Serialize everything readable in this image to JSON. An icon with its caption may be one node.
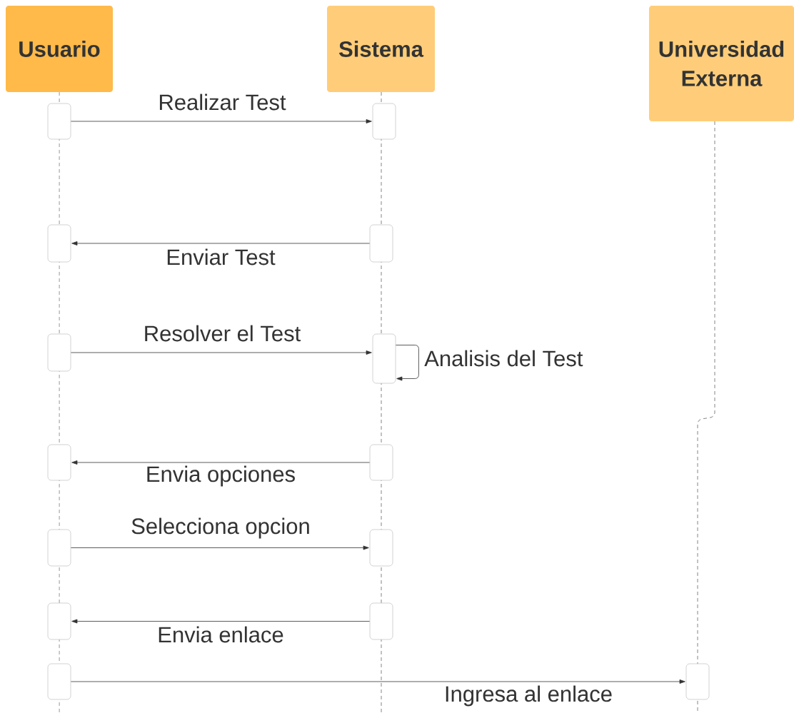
{
  "diagram": {
    "nodes": [
      {
        "text": [
          "Usuario"
        ]
      },
      {
        "text": [
          "Sistema"
        ]
      },
      {
        "text": [
          "Universidad Externa"
        ]
      },
      {
        "text": [],
        "shape": "box"
      },
      {
        "text": [],
        "shape": "box"
      },
      {
        "text": [],
        "shape": "box"
      },
      {
        "text": [],
        "shape": "box"
      },
      {
        "text": [],
        "shape": "box"
      },
      {
        "text": [],
        "shape": "box"
      },
      {
        "text": [],
        "shape": "box"
      },
      {
        "text": [],
        "shape": "box"
      },
      {
        "text": [],
        "shape": "box"
      },
      {
        "text": [],
        "shape": "box"
      },
      {
        "text": [],
        "shape": "box"
      },
      {
        "text": [],
        "shape": "box"
      },
      {
        "text": [],
        "shape": "box"
      },
      {
        "text": [],
        "shape": "box"
      }
    ],
    "edges": [
      {
        "from": 3,
        "to": 4,
        "arrow": "to",
        "label": "Realizar Test"
      },
      {
        "from": 6,
        "to": 5,
        "arrow": "to",
        "label": "Enviar Test"
      },
      {
        "from": 7,
        "to": 8,
        "arrow": "to",
        "label": "Resolver el Test"
      },
      {
        "from": 8,
        "to": 8,
        "arrow": "to",
        "label": "Analisis del Test"
      },
      {
        "from": 10,
        "to": 9,
        "arrow": "to",
        "label": "Envia opciones"
      },
      {
        "from": 11,
        "to": 12,
        "arrow": "to",
        "label": "Selecciona opcion"
      },
      {
        "from": 14,
        "to": 13,
        "arrow": "to",
        "label": "Envia enlace"
      },
      {
        "from": 15,
        "to": 16,
        "arrow": "to",
        "label": "Ingresa al enlace"
      }
    ]
  }
}
